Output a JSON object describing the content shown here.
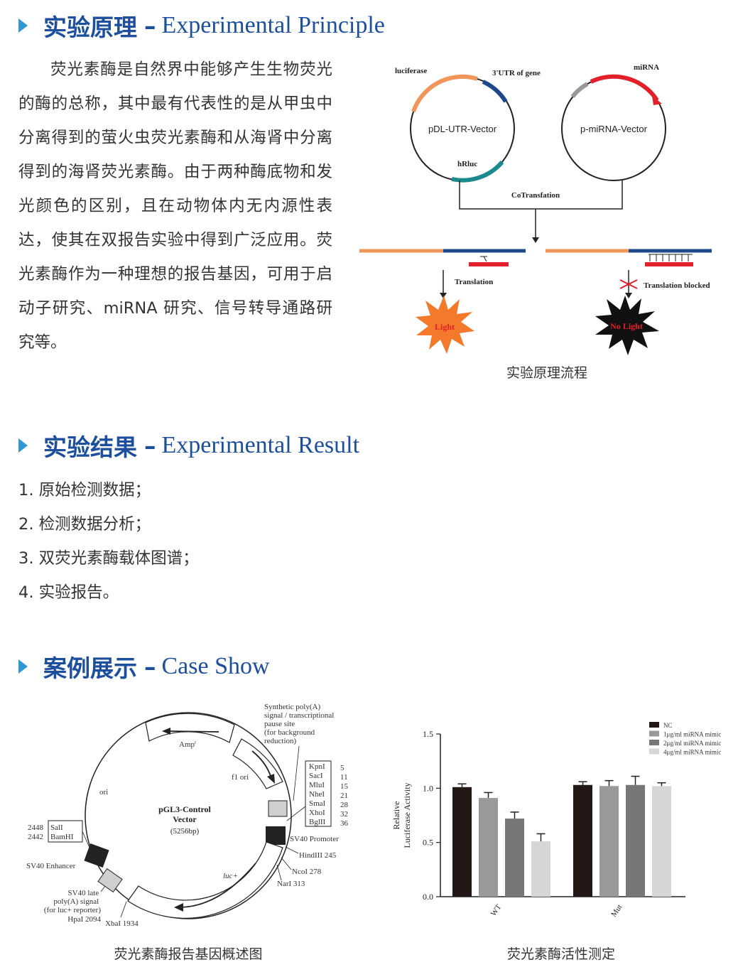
{
  "sections": {
    "principle": {
      "title_cn": "实验原理",
      "dash": "–",
      "title_en": "Experimental Principle"
    },
    "result": {
      "title_cn": "实验结果",
      "dash": "–",
      "title_en": "Experimental Result"
    },
    "case": {
      "title_cn": "案例展示",
      "dash": "–",
      "title_en": "Case Show"
    }
  },
  "principle_text": "荧光素酶是自然界中能够产生生物荧光的酶的总称，其中最有代表性的是从甲虫中分离得到的萤火虫荧光素酶和从海肾中分离得到的海肾荧光素酶。由于两种酶底物和发光颜色的区别，且在动物体内无内源性表达，使其在双报告实验中得到广泛应用。荧光素酶作为一种理想的报告基因，可用于启动子研究、miRNA 研究、信号转导通路研究等。",
  "principle_diagram": {
    "luciferase": "luciferase",
    "utr": "3'UTR of gene",
    "vector1": "pDL-UTR-Vector",
    "hrluc": "hRluc",
    "mirna": "miRNA",
    "vector2": "p-miRNA-Vector",
    "cotrans": "CoTransfation",
    "translation": "Translation",
    "blocked": "Translation blocked",
    "light": "Light",
    "nolight": "No Light",
    "caption": "实验原理流程",
    "colors": {
      "orange": "#f0965a",
      "navy": "#1e4a8c",
      "teal": "#1a8a8c",
      "red": "#e3202a",
      "gray": "#999999"
    }
  },
  "results": [
    "1. 原始检测数据；",
    "2. 检测数据分析；",
    "3. 双荧光素酶载体图谱；",
    "4. 实验报告。"
  ],
  "vector_map": {
    "title1": "pGL3-Control",
    "title2": "Vector",
    "size": "(5256bp)",
    "amp": "Amp",
    "amp_sup": "r",
    "ori": "ori",
    "f1ori": "f1 ori",
    "luc": "luc+",
    "polyA": [
      "Synthetic poly(A)",
      "signal / transcriptional",
      "pause site",
      "(for background",
      "reduction)"
    ],
    "sites": [
      {
        "name": "KpnI",
        "pos": "5"
      },
      {
        "name": "SacI",
        "pos": "11"
      },
      {
        "name": "MluI",
        "pos": "15"
      },
      {
        "name": "NheI",
        "pos": "21"
      },
      {
        "name": "SmaI",
        "pos": "28"
      },
      {
        "name": "XhoI",
        "pos": "32"
      },
      {
        "name": "BglII",
        "pos": "36"
      }
    ],
    "sv40promoter": "SV40 Promoter",
    "hindiii": "HindIII 245",
    "ncoi": "NcoI 278",
    "nari": "NarI 313",
    "xbai": "XbaI 1934",
    "hpai": "HpaI 2094",
    "sv40late": [
      "SV40 late",
      "poly(A) signal",
      "(for luc+ reporter)"
    ],
    "sv40enh": "SV40 Enhancer",
    "sali_pos": "2448",
    "sali": "SalI",
    "bamhi_pos": "2442",
    "bamhi": "BamHI",
    "caption": "荧光素酶报告基因概述图"
  },
  "chart_data": {
    "type": "bar",
    "categories": [
      "WT",
      "Mut"
    ],
    "ylabel": "Relative\nLuciferase Activity",
    "ylim": [
      0,
      1.5
    ],
    "yticks": [
      "0.0",
      "0.5",
      "1.0",
      "1.5"
    ],
    "series": [
      {
        "name": "NC",
        "color": "#231815",
        "values": [
          1.01,
          1.03
        ],
        "errors": [
          0.03,
          0.03
        ]
      },
      {
        "name": "1μg/ml miRNA mimic",
        "color": "#999999",
        "values": [
          0.91,
          1.02
        ],
        "errors": [
          0.05,
          0.05
        ]
      },
      {
        "name": "2μg/ml miRNA mimic",
        "color": "#777777",
        "values": [
          0.72,
          1.03
        ],
        "errors": [
          0.06,
          0.08
        ]
      },
      {
        "name": "4μg/ml miRNA mimic",
        "color": "#d6d6d6",
        "values": [
          0.51,
          1.02
        ],
        "errors": [
          0.07,
          0.03
        ]
      }
    ],
    "legend": "top-right",
    "caption": "荧光素酶活性测定"
  }
}
